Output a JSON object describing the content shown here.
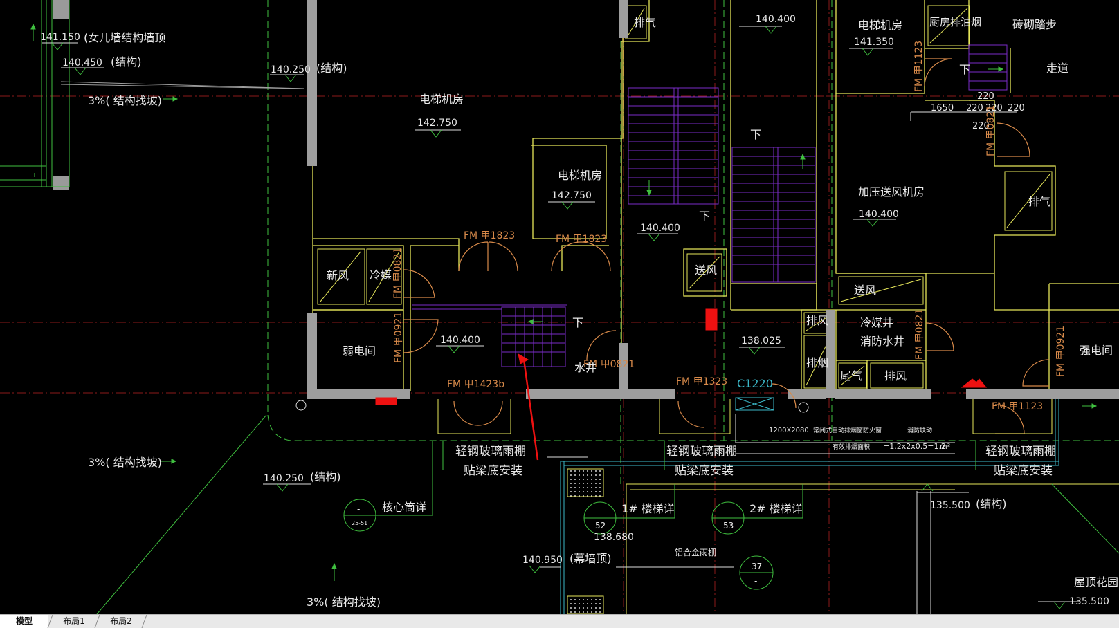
{
  "drawing": {
    "labels": [
      {
        "text": "141.150"
      },
      {
        "text": "(女儿墙结构墙顶"
      },
      {
        "text": "140.450"
      },
      {
        "text": "(结构)"
      },
      {
        "text": "3%( 结构找坡)"
      },
      {
        "text": "140.250"
      },
      {
        "text": "(结构)"
      },
      {
        "text": "电梯机房"
      },
      {
        "text": "142.750"
      },
      {
        "text": "电梯机房"
      },
      {
        "text": "142.750"
      },
      {
        "text": "FM 甲1823"
      },
      {
        "text": "FM 甲1823"
      },
      {
        "text": "新风"
      },
      {
        "text": "冷媒"
      },
      {
        "text": "FM 甲0821"
      },
      {
        "text": "弱电间"
      },
      {
        "text": "FM 甲0921"
      },
      {
        "text": "140.400"
      },
      {
        "text": "下"
      },
      {
        "text": "FM 甲0821"
      },
      {
        "text": "水井"
      },
      {
        "text": "FM 甲1423b"
      },
      {
        "text": "排气"
      },
      {
        "text": "140.400"
      },
      {
        "text": "下"
      },
      {
        "text": "送风"
      },
      {
        "text": "FM 甲1323"
      },
      {
        "text": "140.400"
      },
      {
        "text": "下"
      },
      {
        "text": "138.025"
      },
      {
        "text": "C1220"
      },
      {
        "text": "电梯机房"
      },
      {
        "text": "141.350"
      },
      {
        "text": "厨房排油烟"
      },
      {
        "text": "砖砌踏步"
      },
      {
        "text": "走道"
      },
      {
        "text": "FM 甲1123"
      },
      {
        "text": "下"
      },
      {
        "text": "1650"
      },
      {
        "text": "220"
      },
      {
        "text": "220"
      },
      {
        "text": "220"
      },
      {
        "text": "220"
      },
      {
        "text": "220"
      },
      {
        "text": "FM 甲0821"
      },
      {
        "text": "加压送风机房"
      },
      {
        "text": "140.400"
      },
      {
        "text": "排气"
      },
      {
        "text": "送风"
      },
      {
        "text": "排风"
      },
      {
        "text": "冷媒井"
      },
      {
        "text": "消防水井"
      },
      {
        "text": "FM 甲0821"
      },
      {
        "text": "排烟"
      },
      {
        "text": "尾气"
      },
      {
        "text": "排风"
      },
      {
        "text": "FM 甲0921"
      },
      {
        "text": "强电间"
      },
      {
        "text": "FM 甲1123"
      },
      {
        "text": "轻钢玻璃雨棚"
      },
      {
        "text": "贴梁底安装"
      },
      {
        "text": "轻钢玻璃雨棚"
      },
      {
        "text": "贴梁底安装"
      },
      {
        "text": "轻钢玻璃雨棚"
      },
      {
        "text": "贴梁底安装"
      },
      {
        "text": "1200X2080"
      },
      {
        "text": "常闭式自动排烟窗防火窗"
      },
      {
        "text": "消防联动"
      },
      {
        "text": "有效排烟面积"
      },
      {
        "text": "=1.2x2x0.5=1.2"
      },
      {
        "text": "m²"
      },
      {
        "text": "3%( 结构找坡)"
      },
      {
        "text": "140.250"
      },
      {
        "text": "(结构)"
      },
      {
        "text": "-"
      },
      {
        "text": "核心筒详"
      },
      {
        "text": "25-51"
      },
      {
        "text": "-"
      },
      {
        "text": "1# 楼梯详"
      },
      {
        "text": "52"
      },
      {
        "text": "-"
      },
      {
        "text": "2# 楼梯详"
      },
      {
        "text": "53"
      },
      {
        "text": "138.680"
      },
      {
        "text": "铝合金雨棚"
      },
      {
        "text": "37"
      },
      {
        "text": "-"
      },
      {
        "text": "140.950"
      },
      {
        "text": "(幕墙顶)"
      },
      {
        "text": "135.500"
      },
      {
        "text": "(结构)"
      },
      {
        "text": "屋顶花园"
      },
      {
        "text": "135.500"
      },
      {
        "text": "3%( 结构找坡)"
      }
    ]
  },
  "tabs": [
    {
      "label": "模型"
    },
    {
      "label": "布局1"
    },
    {
      "label": "布局2"
    }
  ]
}
